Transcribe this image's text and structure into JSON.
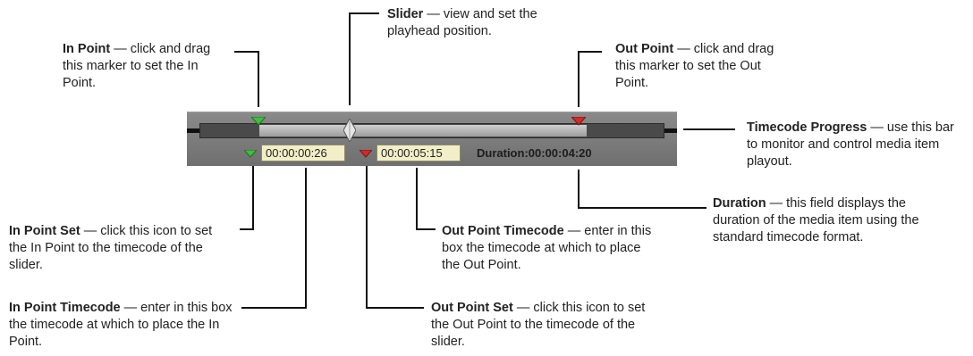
{
  "control": {
    "in_point_timecode": "00:00:00:26",
    "out_point_timecode": "00:00:05:15",
    "duration_label": "Duration:",
    "duration_value": "00:00:04:20",
    "colors": {
      "in_marker": "#3fbf3f",
      "out_marker": "#d42a2a",
      "timecode_bg": "#f2efc8"
    }
  },
  "callouts": {
    "slider": {
      "title": "Slider",
      "text": " — view and set the playhead position."
    },
    "in_point": {
      "title": "In Point",
      "text": " — click and drag this marker to set the In Point."
    },
    "out_point": {
      "title": "Out Point",
      "text": " — click and drag this marker to set the Out Point."
    },
    "timecode_progress": {
      "title": "Timecode Progress",
      "text": " — use this bar to monitor and control media item playout."
    },
    "duration": {
      "title": "Duration",
      "text": " — this field displays the duration of the media item using the standard timecode format."
    },
    "in_point_set": {
      "title": "In Point Set",
      "text": " — click this icon to set the In Point to the timecode of the slider."
    },
    "out_point_timecode": {
      "title": "Out Point Timecode",
      "text": " — enter in this box the timecode at which to place the Out Point."
    },
    "in_point_timecode": {
      "title": "In Point Timecode",
      "text": " — enter in this box the timecode at which to place the In Point."
    },
    "out_point_set": {
      "title": "Out Point Set",
      "text": " — click this icon to set the Out Point to the timecode of the slider."
    }
  }
}
